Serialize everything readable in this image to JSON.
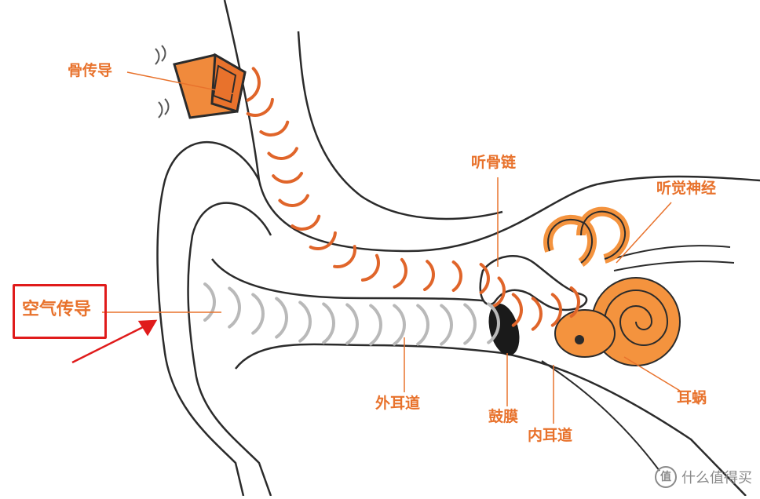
{
  "labels": {
    "bone_conduction": "骨传导",
    "air_conduction": "空气传导",
    "ossicles": "听骨链",
    "auditory_nerve": "听觉神经",
    "ear_canal": "外耳道",
    "eardrum": "鼓膜",
    "inner_canal": "内耳道",
    "cochlea": "耳蜗"
  },
  "watermark": {
    "logo": "值",
    "text": "什么值得买"
  },
  "colors": {
    "label": "#e8722c",
    "device": "#f08a3c",
    "wave_orange": "#e0652a",
    "wave_gray": "#b9b9b9",
    "outline": "#2b2b2b",
    "highlight": "#e01b1b",
    "cochlea_fill": "#f4933e"
  }
}
